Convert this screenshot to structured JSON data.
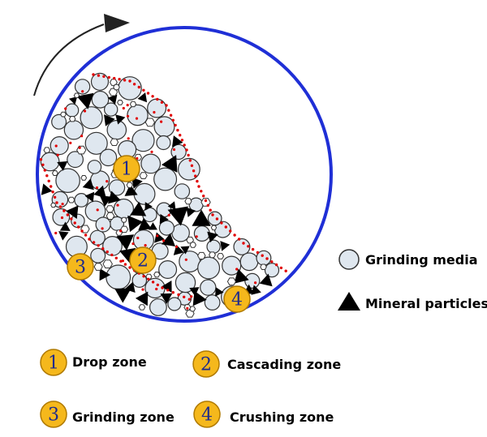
{
  "diagram": {
    "colors": {
      "mill_outline": "#1f2fd6",
      "arrow": "#222222",
      "boundary_dots": "#e00000",
      "media_fill": "#dfe7ef",
      "media_stroke": "#333333",
      "particle_fill": "#000000",
      "badge_fill": "#f5b81c",
      "badge_stroke": "#b07a00",
      "badge_text": "#1e2a8c"
    },
    "legend": [
      {
        "symbol": "circle-icon",
        "label": "Grinding media"
      },
      {
        "symbol": "triangle-icon",
        "label": "Mineral particles"
      }
    ],
    "zone_badges": [
      {
        "number": "1"
      },
      {
        "number": "2"
      },
      {
        "number": "3"
      },
      {
        "number": "4"
      }
    ],
    "zones_key": [
      {
        "number": "1",
        "label": "Drop zone"
      },
      {
        "number": "2",
        "label": "Cascading zone"
      },
      {
        "number": "3",
        "label": "Grinding zone"
      },
      {
        "number": "4",
        "label": "Crushing zone"
      }
    ]
  }
}
